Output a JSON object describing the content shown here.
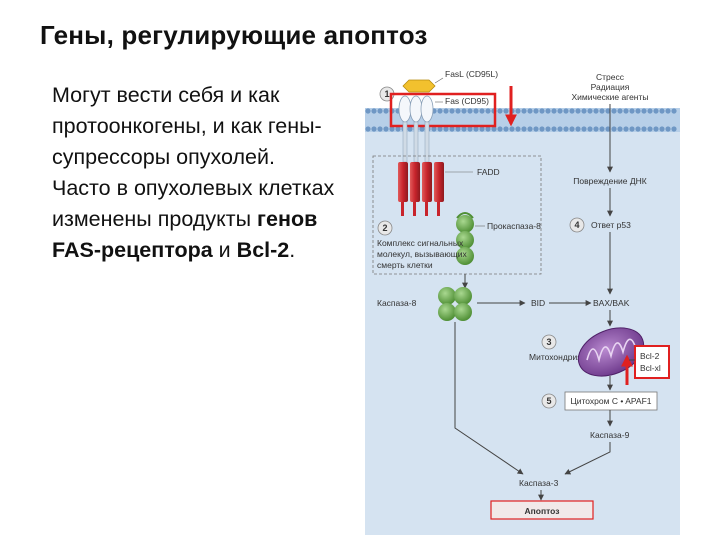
{
  "slide": {
    "title": "Гены, регулирующие апоптоз",
    "body": {
      "p1": "Могут вести себя и как протоонкогены, и как гены-супрессоры опухолей.",
      "p2_start": "Часто в опухолевых клетках изменены продукты ",
      "p2_bold": "генов FAS-рецептора",
      "p2_mid": " и ",
      "p2_bold2": "Bcl-2",
      "p2_end": "."
    }
  },
  "diagram": {
    "labels": {
      "fasl": "FasL (CD95L)",
      "fas": "Fas (CD95)",
      "stress1": "Стресс",
      "stress2": "Радиация",
      "stress3": "Химические агенты",
      "fadd": "FADD",
      "dna_damage": "Повреждение ДНК",
      "procaspase": "Прокаспаза-8",
      "p53": "Ответ p53",
      "complex1": "Комплекс сигнальных",
      "complex2": "молекул, вызывающих",
      "complex3": "смерть клетки",
      "caspase8": "Каспаза-8",
      "bid": "BID",
      "baxbak": "BAX/BAK",
      "mito": "Митохондрия",
      "bcl2": "Bcl-2",
      "bclxl": "Bcl-xl",
      "cytc": "Цитохром C • APAF1",
      "caspase9": "Каспаза-9",
      "caspase3": "Каспаза-3",
      "apoptosis": "Апоптоз"
    },
    "steps": [
      "1",
      "2",
      "3",
      "4",
      "5"
    ],
    "colors": {
      "membrane": "#8db3d8",
      "cell_bg": "#d5e3f1",
      "highlight": "#e02020",
      "receptor": "#c8242c",
      "caspase": "#6aa84f",
      "mitochondria": "#8b4fa8",
      "ligand": "#f2c12e"
    }
  }
}
